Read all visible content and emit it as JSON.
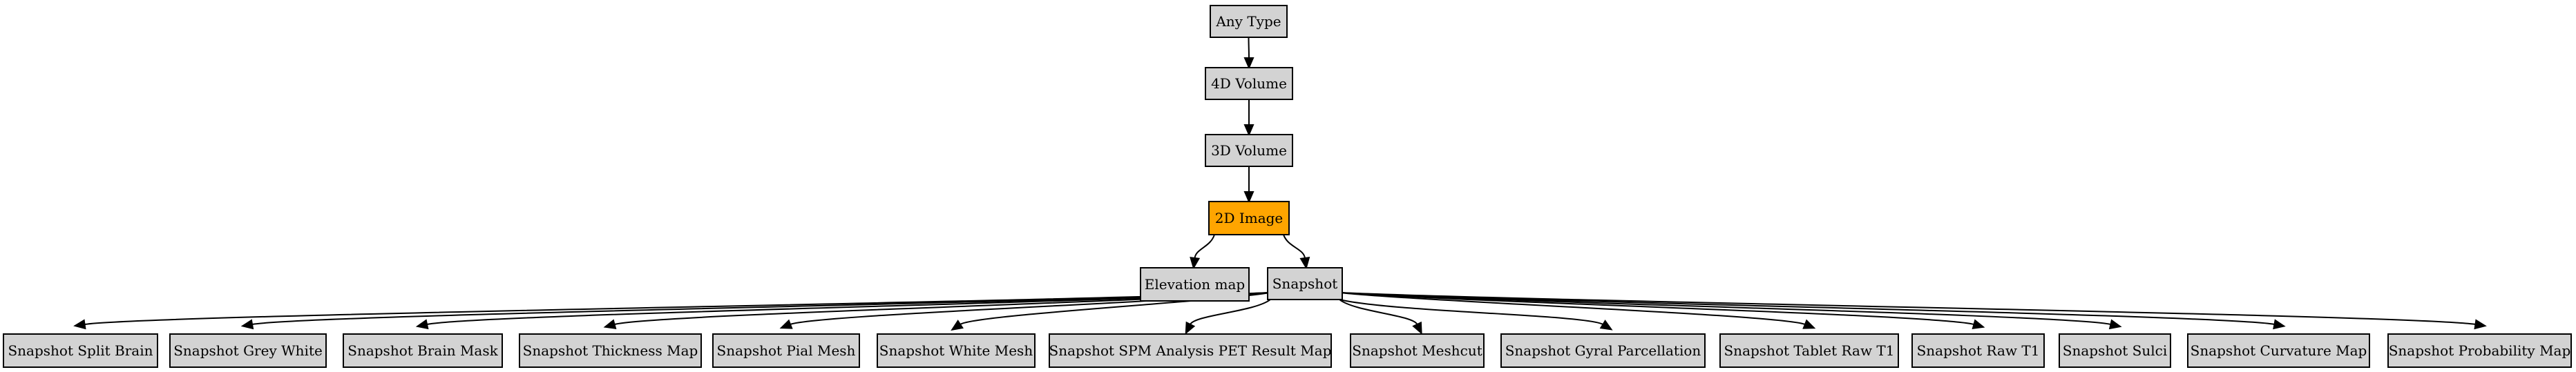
{
  "diagram": {
    "colors": {
      "node_fill": "#d3d3d3",
      "highlight_fill": "#ffa500",
      "border": "#000000",
      "edge": "#000000",
      "background": "#ffffff"
    },
    "nodes": [
      {
        "id": "any",
        "label": "Any Type",
        "highlight": false
      },
      {
        "id": "v4",
        "label": "4D Volume",
        "highlight": false
      },
      {
        "id": "v3",
        "label": "3D Volume",
        "highlight": false
      },
      {
        "id": "img2",
        "label": "2D Image",
        "highlight": true
      },
      {
        "id": "elev",
        "label": "Elevation map",
        "highlight": false
      },
      {
        "id": "snap",
        "label": "Snapshot",
        "highlight": false
      },
      {
        "id": "s_split",
        "label": "Snapshot Split Brain",
        "highlight": false
      },
      {
        "id": "s_grey",
        "label": "Snapshot Grey White",
        "highlight": false
      },
      {
        "id": "s_mask",
        "label": "Snapshot Brain Mask",
        "highlight": false
      },
      {
        "id": "s_thick",
        "label": "Snapshot Thickness Map",
        "highlight": false
      },
      {
        "id": "s_pial",
        "label": "Snapshot Pial Mesh",
        "highlight": false
      },
      {
        "id": "s_white",
        "label": "Snapshot White Mesh",
        "highlight": false
      },
      {
        "id": "s_spm",
        "label": "Snapshot SPM Analysis PET Result Map",
        "highlight": false
      },
      {
        "id": "s_meshcut",
        "label": "Snapshot Meshcut",
        "highlight": false
      },
      {
        "id": "s_gyral",
        "label": "Snapshot Gyral Parcellation",
        "highlight": false
      },
      {
        "id": "s_tablet",
        "label": "Snapshot Tablet Raw T1",
        "highlight": false
      },
      {
        "id": "s_raw",
        "label": "Snapshot Raw T1",
        "highlight": false
      },
      {
        "id": "s_sulci",
        "label": "Snapshot Sulci",
        "highlight": false
      },
      {
        "id": "s_curv",
        "label": "Snapshot Curvature Map",
        "highlight": false
      },
      {
        "id": "s_prob",
        "label": "Snapshot Probability Map",
        "highlight": false
      }
    ],
    "edges": [
      {
        "from": "any",
        "to": "v4"
      },
      {
        "from": "v4",
        "to": "v3"
      },
      {
        "from": "v3",
        "to": "img2"
      },
      {
        "from": "img2",
        "to": "elev"
      },
      {
        "from": "img2",
        "to": "snap"
      },
      {
        "from": "snap",
        "to": "s_split"
      },
      {
        "from": "snap",
        "to": "s_grey"
      },
      {
        "from": "snap",
        "to": "s_mask"
      },
      {
        "from": "snap",
        "to": "s_thick"
      },
      {
        "from": "snap",
        "to": "s_pial"
      },
      {
        "from": "snap",
        "to": "s_white"
      },
      {
        "from": "snap",
        "to": "s_spm"
      },
      {
        "from": "snap",
        "to": "s_meshcut"
      },
      {
        "from": "snap",
        "to": "s_gyral"
      },
      {
        "from": "snap",
        "to": "s_tablet"
      },
      {
        "from": "snap",
        "to": "s_raw"
      },
      {
        "from": "snap",
        "to": "s_sulci"
      },
      {
        "from": "snap",
        "to": "s_curv"
      },
      {
        "from": "snap",
        "to": "s_prob"
      }
    ]
  }
}
